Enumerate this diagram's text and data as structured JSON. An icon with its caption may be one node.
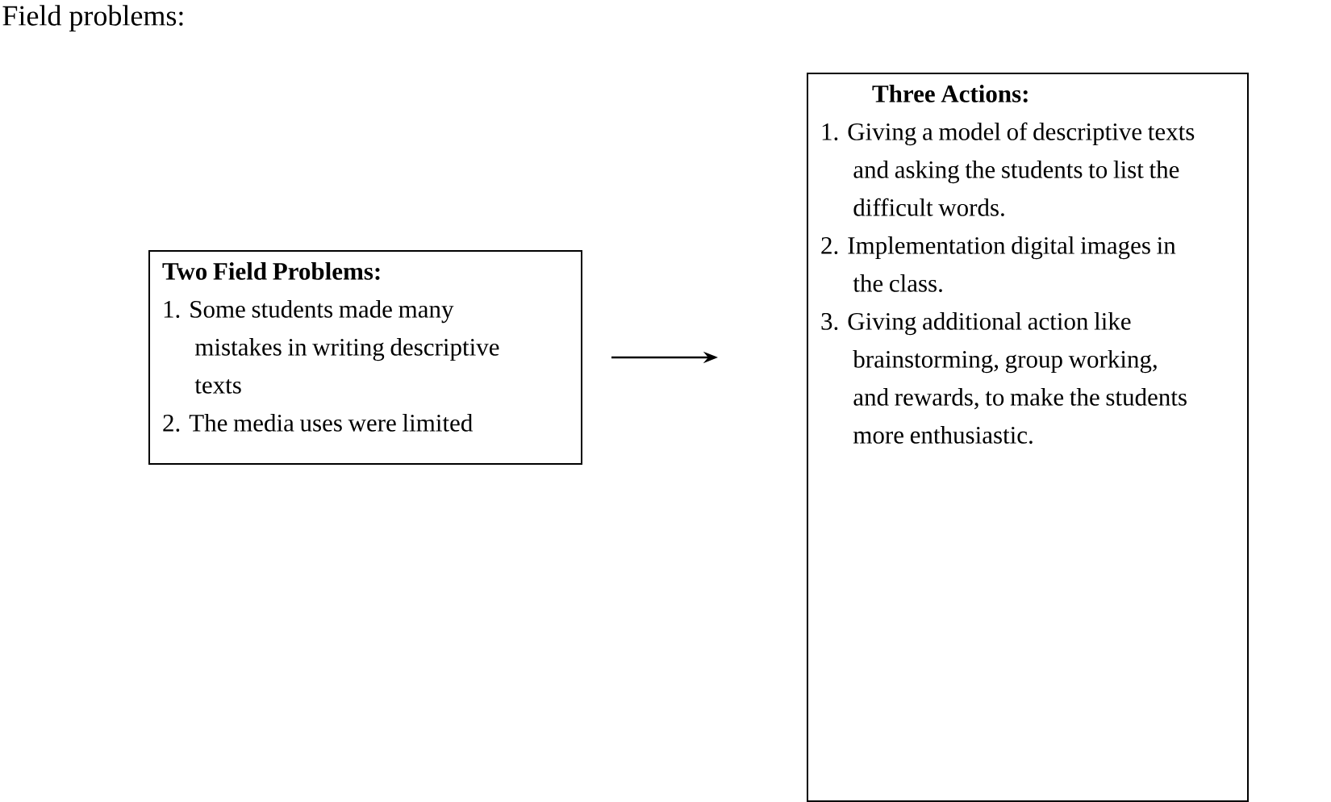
{
  "diagram": {
    "nodes": [
      {
        "text": [
          "Two Field Problems:",
          "1.  Some students made many mistakes in writing descriptive texts",
          "2.  The media uses were limited"
        ]
      },
      {
        "text": [
          "Three Actions:",
          "1. Giving a model of descriptive texts and asking the students to list the difficult words.",
          "2. Implementation digital images in the class.",
          "3. Giving additional action like brainstorming, group working, and rewards, to make the students more enthusiastic."
        ]
      }
    ],
    "edges": [
      {
        "from": 0,
        "to": 1,
        "arrow": "to"
      }
    ],
    "labels": [
      "Field problems:"
    ]
  }
}
